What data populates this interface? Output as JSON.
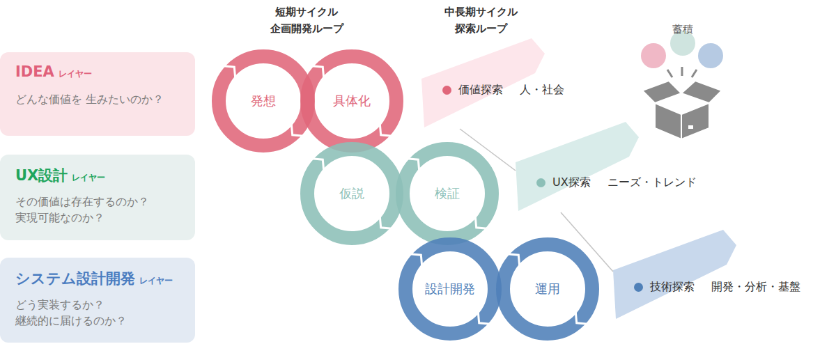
{
  "diagram": {
    "nodes": [
      {
        "text": [
          "IDEA",
          "レイヤー",
          "どんな価値を 生みたいのか？"
        ]
      },
      {
        "text": [
          "UX設計",
          "レイヤー",
          "その価値は存在するのか？ 実現可能なのか？"
        ]
      },
      {
        "text": [
          "システム設計開発",
          "レイヤー",
          "どう実装するか？ 継続的に届けるのか？"
        ]
      },
      {
        "text": [
          "発想"
        ]
      },
      {
        "text": [
          "具体化"
        ]
      },
      {
        "text": [
          "仮説"
        ]
      },
      {
        "text": [
          "検証"
        ]
      },
      {
        "text": [
          "設計開発"
        ]
      },
      {
        "text": [
          "運用"
        ]
      },
      {
        "text": [
          "価値探索",
          "人・社会"
        ]
      },
      {
        "text": [
          "UX探索",
          "ニーズ・トレンド"
        ]
      },
      {
        "text": [
          "技術探索",
          "開発・分析・基盤"
        ]
      }
    ],
    "edges": [
      {
        "from": 9,
        "to": 10,
        "arrow": "none"
      },
      {
        "from": 10,
        "to": 11,
        "arrow": "none"
      }
    ],
    "labels": [
      "短期サイクル 企画開発ループ",
      "中長期サイクル 探索ループ",
      "蓄積"
    ]
  }
}
